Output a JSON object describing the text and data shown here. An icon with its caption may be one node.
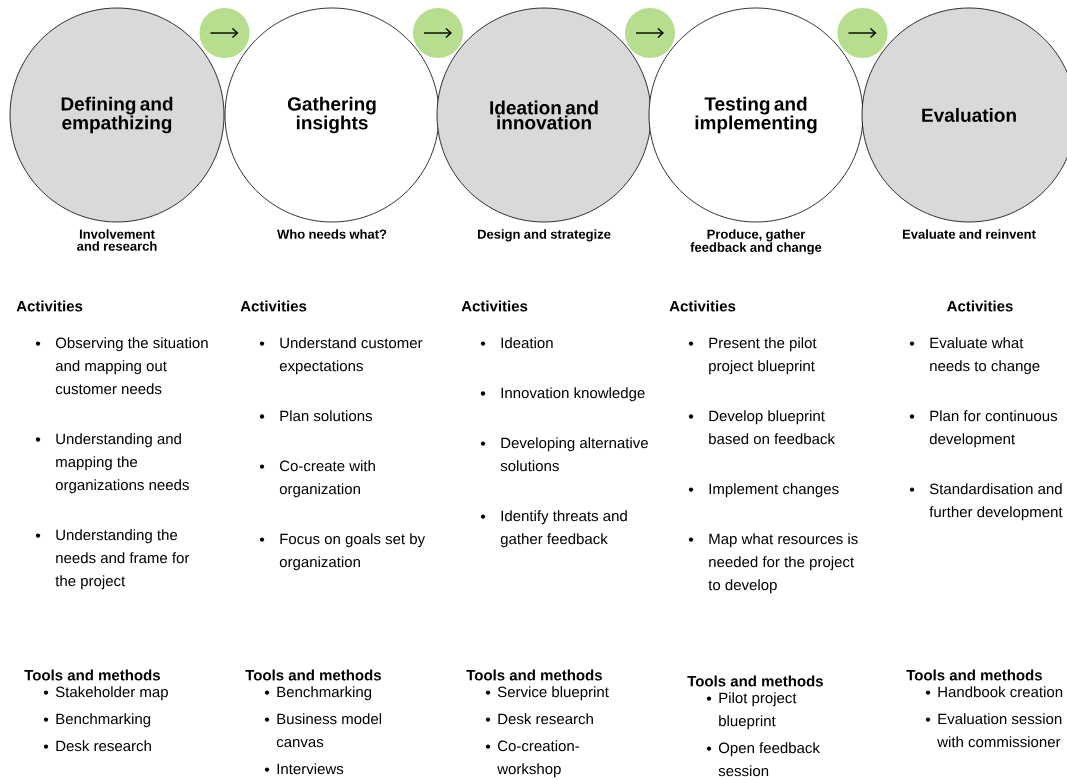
{
  "diagram": {
    "nodes": [
      {
        "text": [
          "Defining and empathizing"
        ],
        "beside": [
          "Involvement and research"
        ]
      },
      {
        "text": [
          "Gathering insights"
        ],
        "beside": [
          "Who needs what?"
        ]
      },
      {
        "text": [
          "Ideation and innovation"
        ],
        "beside": [
          "Design and strategize"
        ]
      },
      {
        "text": [
          "Testing and implementing"
        ],
        "beside": [
          "Produce, gather feedback and change"
        ]
      },
      {
        "text": [
          "Evaluation"
        ],
        "beside": [
          "Evaluate and reinvent"
        ]
      }
    ],
    "edges": [
      {
        "from": 0,
        "to": 1,
        "arrow": "to"
      },
      {
        "from": 1,
        "to": 2,
        "arrow": "to"
      },
      {
        "from": 2,
        "to": 3,
        "arrow": "to"
      },
      {
        "from": 3,
        "to": 4,
        "arrow": "to"
      }
    ],
    "labels": [
      "Activities",
      "Observing the situation and mapping out customer needs",
      "Understanding and mapping the organizations needs",
      "Understanding the needs and frame for the project",
      "Tools and methods",
      "Stakeholder map",
      "Benchmarking",
      "Desk research",
      "Activities",
      "Understand customer expectations",
      "Plan solutions",
      "Co-create with organization",
      "Focus on goals set by organization",
      "Tools and methods",
      "Benchmarking",
      "Business model canvas",
      "Interviews",
      "Activities",
      "Ideation",
      "Innovation knowledge",
      "Developing alternative solutions",
      "Identify threats and gather feedback",
      "Tools and methods",
      "Service blueprint",
      "Desk research",
      "Co-creation-workshop",
      "Activities",
      "Present the pilot project blueprint",
      "Develop blueprint based on feedback",
      "Implement changes",
      "Map what resources is needed for the project to develop",
      "Tools and methods",
      "Pilot project blueprint",
      "Open feedback session",
      "Activities",
      "Evaluate what needs to change",
      "Plan for continuous development",
      "Standardisation and further development",
      "Tools and methods",
      "Handbook creation",
      "Evaluation session with commissioner"
    ]
  }
}
